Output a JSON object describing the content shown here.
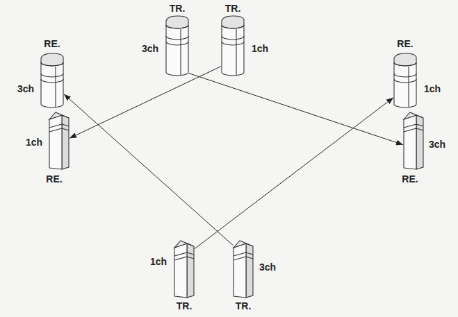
{
  "diagram": {
    "nodes": [
      {
        "text": [
          "TR.",
          "3ch"
        ]
      },
      {
        "text": [
          "TR.",
          "1ch"
        ]
      },
      {
        "text": [
          "RE.",
          "3ch"
        ]
      },
      {
        "text": [
          "RE.",
          "1ch"
        ]
      },
      {
        "text": [
          "RE.",
          "1ch"
        ]
      },
      {
        "text": [
          "RE.",
          "3ch"
        ]
      },
      {
        "text": [
          "TR.",
          "1ch"
        ]
      },
      {
        "text": [
          "TR.",
          "3ch"
        ]
      }
    ],
    "edges": [
      {
        "from": 1,
        "to": 4,
        "arrow": "to"
      },
      {
        "from": 0,
        "to": 5,
        "arrow": "to"
      },
      {
        "from": 6,
        "to": 3,
        "arrow": "to"
      },
      {
        "from": 7,
        "to": 2,
        "arrow": "to"
      }
    ]
  }
}
